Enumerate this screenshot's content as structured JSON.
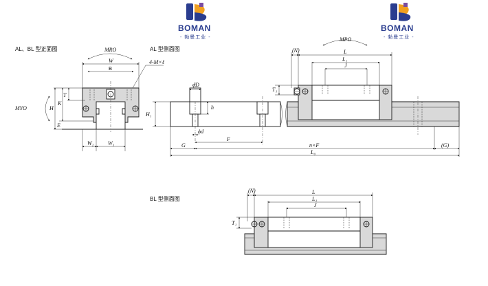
{
  "logos": [
    {
      "brand": "BOMAN",
      "subtitle": "- 勃曼工业 -"
    },
    {
      "brand": "BOMAN",
      "subtitle": "- 勃曼工业 -"
    }
  ],
  "views": {
    "front_title": "AL、BL 型正面图",
    "al_side_title": "AL 型侧面图",
    "bl_side_title": "BL 型侧面图"
  },
  "labels": {
    "MR": "MRO",
    "MY": "MYO",
    "MP": "MPO",
    "W": "W",
    "B": "B",
    "mount": "4-M×ℓ",
    "T": "T",
    "K": "K",
    "H": "H",
    "E": "E",
    "W2": "W₂",
    "W1": "W₁",
    "phiD_top": "ϕD",
    "h": "h",
    "H1": "H₁",
    "phiD_bot": "ϕd",
    "F": "F",
    "G": "G",
    "nF": "n×F",
    "G_paren": "(G)",
    "L0": "L₀",
    "N": "(N)",
    "L": "L",
    "L1": "L₁",
    "J": "J",
    "T1": "T₁"
  }
}
